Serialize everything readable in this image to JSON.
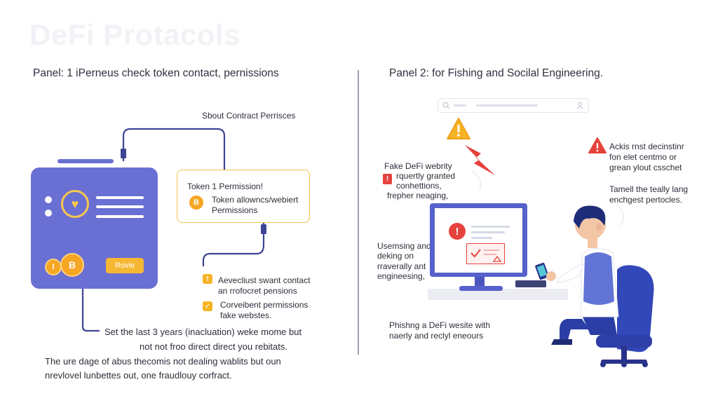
{
  "ghost_title": "DeFi Protacols",
  "panel1": {
    "heading": "Panel: 1 iPerneus check token contact, pernissions",
    "contract_label": "Sbout Contract Perrisces",
    "permission_box": {
      "title": "Token 1 Permission!",
      "line1": "Token allowncs/webiert",
      "line2": "Permissions"
    },
    "wallet": {
      "button_label": "Rovie",
      "coin_small": "I",
      "coin_big": "B"
    },
    "warning_1": {
      "line1": "Aevecliust swant contact",
      "line2": "an rrofocret pensions"
    },
    "warning_2": {
      "line1": "Corveibent permissions",
      "line2": "fake webstes."
    },
    "note_1": {
      "line1": "Set the last 3 years (inacluation) weke mome but",
      "line2": "not not froo direct direct you rebitats."
    },
    "note_2": {
      "line1": "The ure dage of abus thecomis not dealing wablits but oun",
      "line2": "nrevlovel lunbettes out, one fraudlouy corfract."
    }
  },
  "panel2": {
    "heading": "Panel 2: for Fishing and Socilal Engineering.",
    "fake_site": {
      "title": "Fake DeFi webrity",
      "line1": "rquertly granted",
      "line2": "conhettions,",
      "line3": "frepher neaging,"
    },
    "right_warn": {
      "line1": "Ackis rnst decinstinr",
      "line2": "fon elet centmo or",
      "line3": "grean ylout csschet"
    },
    "right_note": {
      "line1": "Tamell the teally lang",
      "line2": "enchgest pertocles."
    },
    "engineering": {
      "line1": "Usemsing and",
      "line2": "deking on",
      "line3": "rraverally ant",
      "line4": "engineesing,"
    },
    "phishing": {
      "line1": "Phishng a DeFi wesite with",
      "line2": "naerly and reclyl eneours"
    }
  },
  "colors": {
    "wallet_purple": "#6a6fd3",
    "accent_yellow": "#f5b425",
    "alert_red": "#e6423c",
    "connector_navy": "#3d4594",
    "person_blue": "#2f3fa8"
  }
}
